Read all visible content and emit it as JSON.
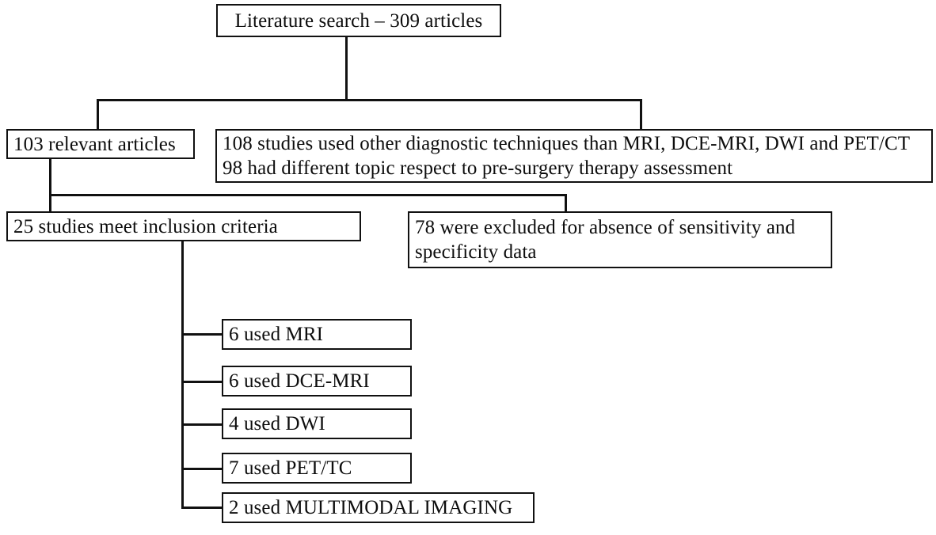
{
  "diagram": {
    "type": "flowchart",
    "title": "Literature selection flowchart",
    "orientation": "top-down",
    "colors": {
      "background": "#ffffff",
      "box_border": "#111111",
      "connector": "#111111",
      "text": "#0d0d0d"
    }
  },
  "nodes": {
    "search": {
      "id": "literature-search",
      "line1": "Literature search – 309 articles",
      "count": 309,
      "align": "center"
    },
    "relevant": {
      "id": "relevant-articles",
      "line1": "103 relevant articles",
      "count": 103,
      "align": "left"
    },
    "excluded_first": {
      "id": "first-exclusion",
      "line1": "108 studies used other diagnostic techniques than MRI, DCE-MRI, DWI and PET/CT",
      "line2": "98 had different topic respect to pre-surgery therapy assessment",
      "counts": [
        108,
        98
      ],
      "align": "left"
    },
    "included": {
      "id": "studies-meet-inclusion-criteria",
      "line1": "25 studies meet inclusion criteria",
      "count": 25,
      "align": "left"
    },
    "excluded_second": {
      "id": "second-exclusion",
      "line1": "78 were excluded for absence of sensitivity and",
      "line2": "specificity data",
      "count": 78,
      "align": "left"
    }
  },
  "modalities": [
    {
      "id": "modality-mri",
      "label": "6 used MRI",
      "count": 6,
      "technique": "MRI"
    },
    {
      "id": "modality-dce-mri",
      "label": "6 used DCE-MRI",
      "count": 6,
      "technique": "DCE-MRI"
    },
    {
      "id": "modality-dwi",
      "label": "4 used DWI",
      "count": 4,
      "technique": "DWI"
    },
    {
      "id": "modality-pet-tc",
      "label": "7 used PET/TC",
      "count": 7,
      "technique": "PET/TC"
    },
    {
      "id": "modality-multimodal",
      "label": "2 used MULTIMODAL IMAGING",
      "count": 2,
      "technique": "MULTIMODAL IMAGING"
    }
  ]
}
